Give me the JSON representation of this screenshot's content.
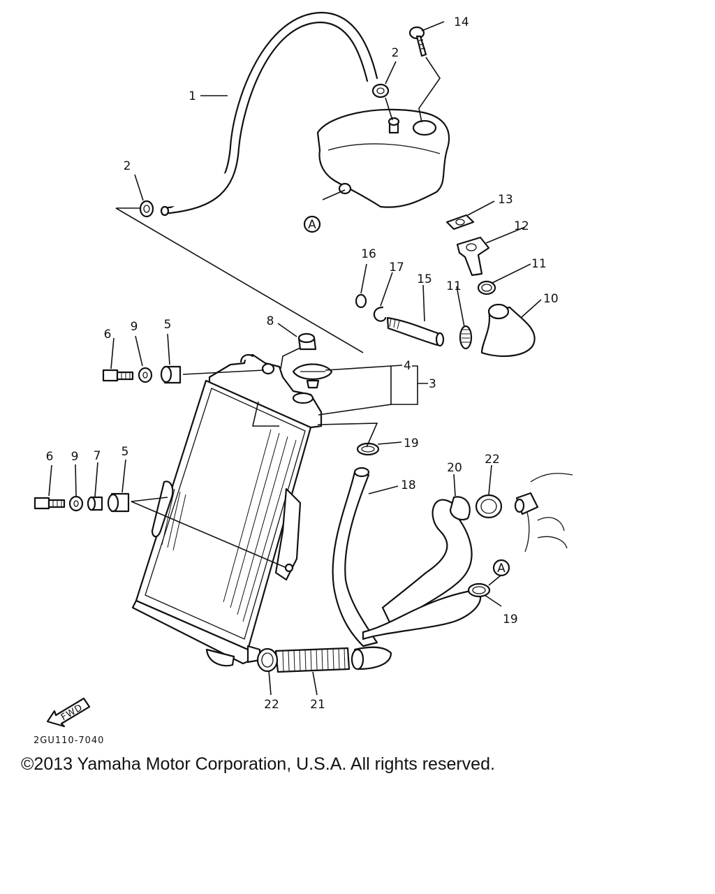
{
  "diagram": {
    "code": "2GU110-7040",
    "fwd_label": "FWD",
    "ref_marker": "A",
    "callouts": {
      "c1": "1",
      "c2a": "2",
      "c2b": "2",
      "c3": "3",
      "c4": "4",
      "c5a": "5",
      "c5b": "5",
      "c6a": "6",
      "c6b": "6",
      "c7": "7",
      "c8": "8",
      "c9a": "9",
      "c9b": "9",
      "c10": "10",
      "c11a": "11",
      "c11b": "11",
      "c12": "12",
      "c13": "13",
      "c14": "14",
      "c15": "15",
      "c16": "16",
      "c17": "17",
      "c18": "18",
      "c19a": "19",
      "c19b": "19",
      "c20": "20",
      "c21": "21",
      "c22a": "22",
      "c22b": "22"
    }
  },
  "footer": {
    "copyright": "©2013 Yamaha Motor Corporation, U.S.A. All rights reserved."
  }
}
